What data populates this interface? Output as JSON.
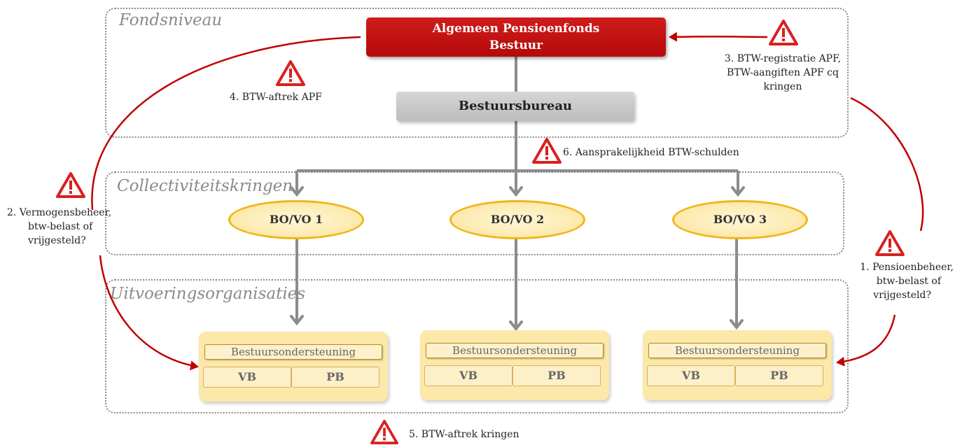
{
  "regions": {
    "fondsniveau": "Fondsniveau",
    "collectiviteitskringen": "Collectiviteitskringen",
    "uitvoeringsorganisaties": "Uitvoeringsorganisaties"
  },
  "apf": {
    "line1": "Algemeen Pensioenfonds",
    "line2": "Bestuur"
  },
  "bestuursbureau": "Bestuursbureau",
  "bovo": [
    "BO/VO 1",
    "BO/VO 2",
    "BO/VO 3"
  ],
  "orgs": [
    {
      "support": "Bestuursondersteuning",
      "vb": "VB",
      "pb": "PB"
    },
    {
      "support": "Bestuursondersteuning",
      "vb": "VB",
      "pb": "PB"
    },
    {
      "support": "Bestuursondersteuning",
      "vb": "VB",
      "pb": "PB"
    }
  ],
  "notes": {
    "n1": {
      "l1": "1. Pensioenbeheer,",
      "l2": "btw-belast of",
      "l3": "vrijgesteld?"
    },
    "n2": {
      "l1": "2. Vermogensbeheer,",
      "l2": "btw-belast of",
      "l3": "vrijgesteld?"
    },
    "n3": {
      "l1": "3. BTW-registratie APF,",
      "l2": "BTW-aangiften APF cq",
      "l3": "kringen"
    },
    "n4": "4. BTW-aftrek APF",
    "n5": "5. BTW-aftrek kringen",
    "n6": "6. Aansprakelijkheid BTW-schulden"
  },
  "colors": {
    "apf_red": "#c00000",
    "arrow_red": "#c00000",
    "connector_gray": "#8c8c8c",
    "warning_red": "#d92020",
    "org_fill": "#fce8a8"
  },
  "icons": {
    "warning": "warning-triangle-icon"
  }
}
